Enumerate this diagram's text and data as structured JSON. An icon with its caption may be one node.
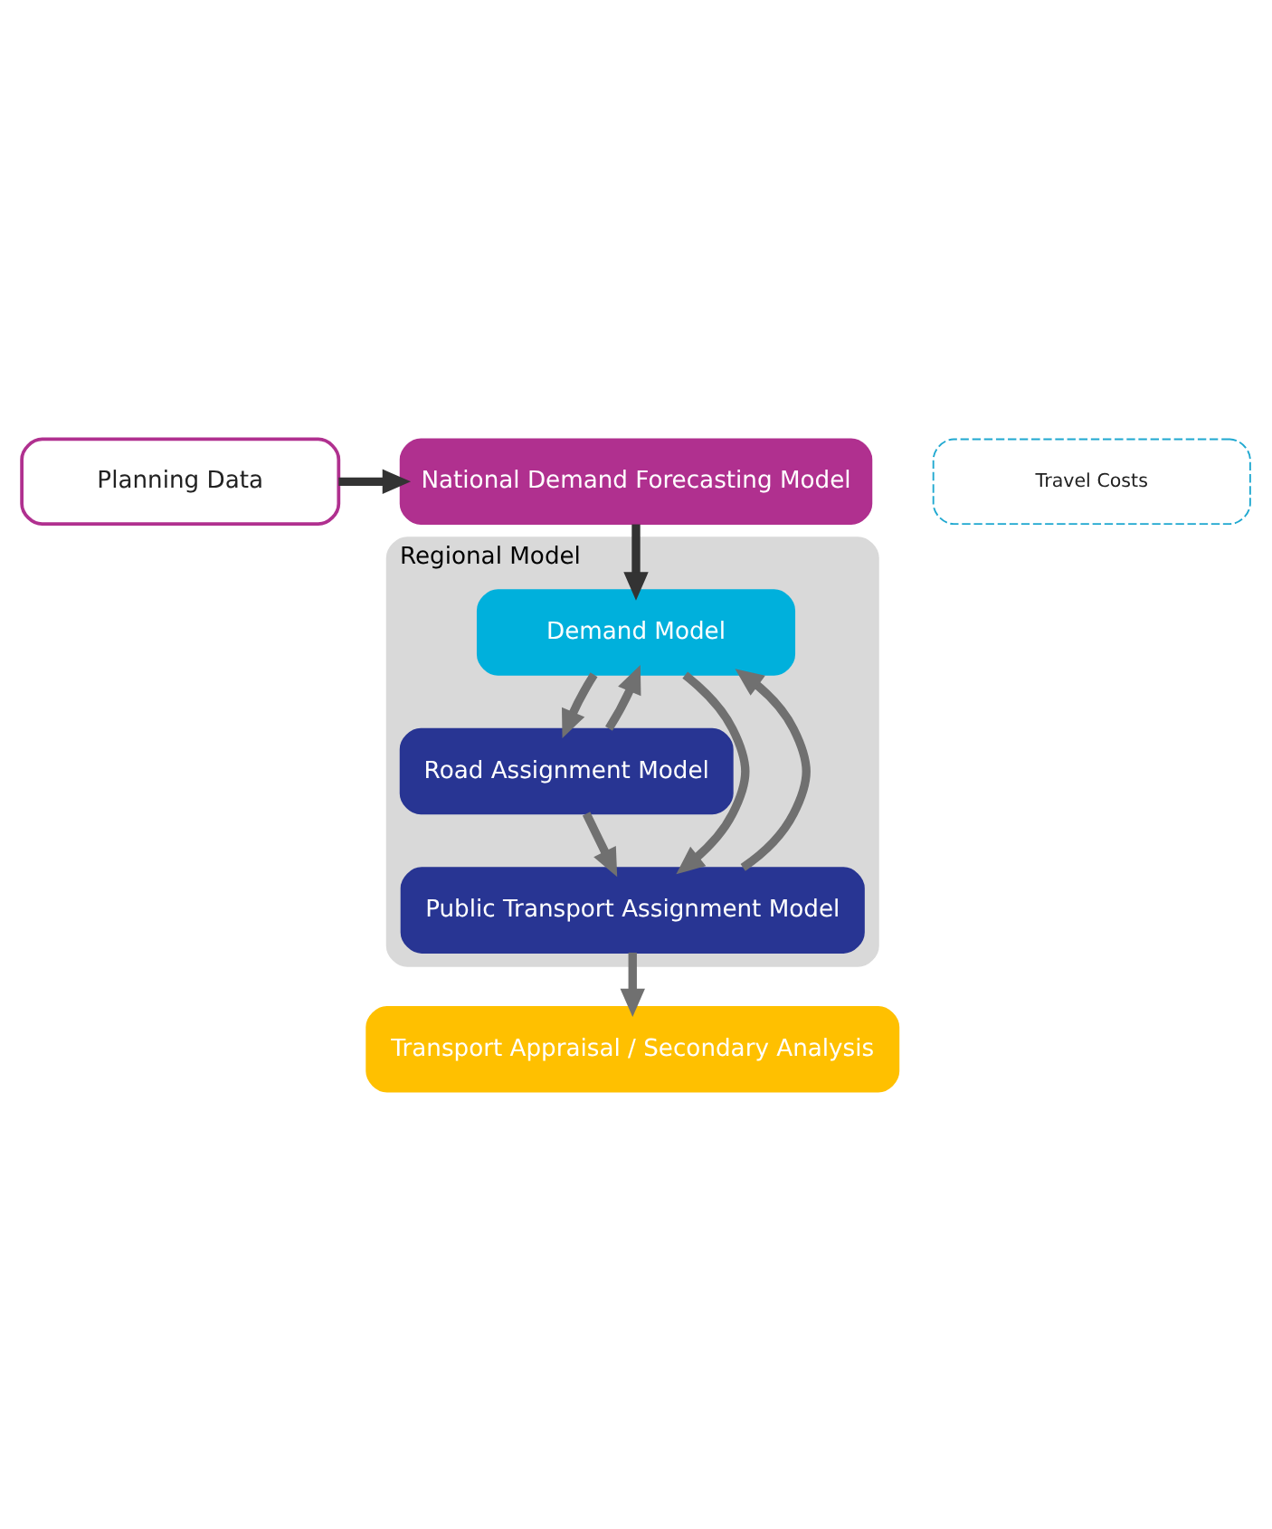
{
  "diagram": {
    "nodes": [
      {
        "text": [
          "Planning Data"
        ]
      },
      {
        "text": [
          "National Demand Forecasting Model"
        ]
      },
      {
        "text": [
          "Regional Model"
        ]
      },
      {
        "text": [
          "Demand Model"
        ],
        "in": 2
      },
      {
        "text": [
          "Road Assignment Model"
        ],
        "in": 2
      },
      {
        "text": [
          "Public Transport Assignment Model"
        ],
        "in": 2
      },
      {
        "text": [
          "Travel Costs"
        ]
      },
      {
        "text": [
          "Transport Appraisal / Secondary Analysis"
        ]
      }
    ],
    "edges": [
      {
        "from": 0,
        "to": 1,
        "arrow": "to",
        "color": "#333333"
      },
      {
        "from": 1,
        "to": 3,
        "arrow": "to",
        "color": "#333333"
      },
      {
        "from": 3,
        "to": 4,
        "arrow": "to"
      },
      {
        "from": 3,
        "to": 5,
        "arrow": "to"
      },
      {
        "from": 4,
        "to": 5,
        "arrow": "to"
      },
      {
        "from": 4,
        "to": 3,
        "arrow": "to"
      },
      {
        "from": 5,
        "to": 3,
        "arrow": "to"
      },
      {
        "from": 5,
        "to": 7,
        "arrow": "to"
      }
    ]
  }
}
